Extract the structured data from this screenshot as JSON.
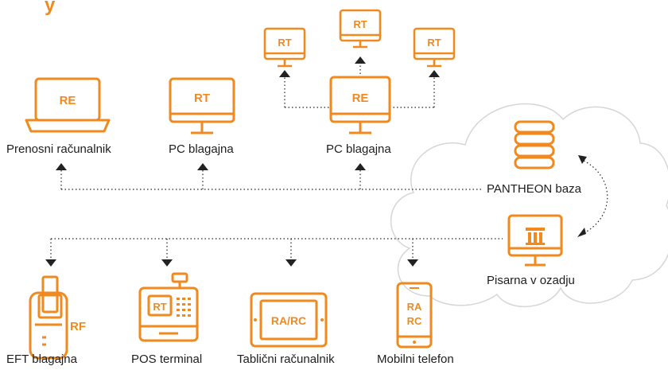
{
  "diagram": {
    "accent_color": "#f08a1e",
    "line_color": "#222222",
    "cloud_fill": "#ffffff",
    "cloud_stroke": "#d6d6d6",
    "top_partial_text": "y",
    "devices": {
      "laptop": {
        "icon": "laptop-icon",
        "tag": "RE",
        "label": "Prenosni računalnik"
      },
      "pc1": {
        "icon": "monitor-icon",
        "tag": "RT",
        "label": "PC blagajna"
      },
      "pc2": {
        "icon": "monitor-icon",
        "tag": "RE",
        "label": "PC blagajna"
      },
      "rt_left": {
        "icon": "monitor-icon",
        "tag": "RT"
      },
      "rt_top": {
        "icon": "monitor-icon",
        "tag": "RT"
      },
      "rt_right": {
        "icon": "monitor-icon",
        "tag": "RT"
      },
      "eft": {
        "icon": "payment-terminal-icon",
        "tag": "RF",
        "label": "EFT blagajna"
      },
      "pos": {
        "icon": "cash-register-icon",
        "tag": "RT",
        "label": "POS terminal"
      },
      "tablet": {
        "icon": "tablet-icon",
        "tag": "RA/RC",
        "label": "Tablični računalnik"
      },
      "phone": {
        "icon": "smartphone-icon",
        "tag_line1": "RA",
        "tag_line2": "RC",
        "label": "Mobilni telefon"
      }
    },
    "cloud": {
      "database": {
        "icon": "database-icon",
        "label": "PANTHEON baza"
      },
      "office": {
        "icon": "bank-icon",
        "label": "Pisarna v ozadju"
      }
    }
  }
}
